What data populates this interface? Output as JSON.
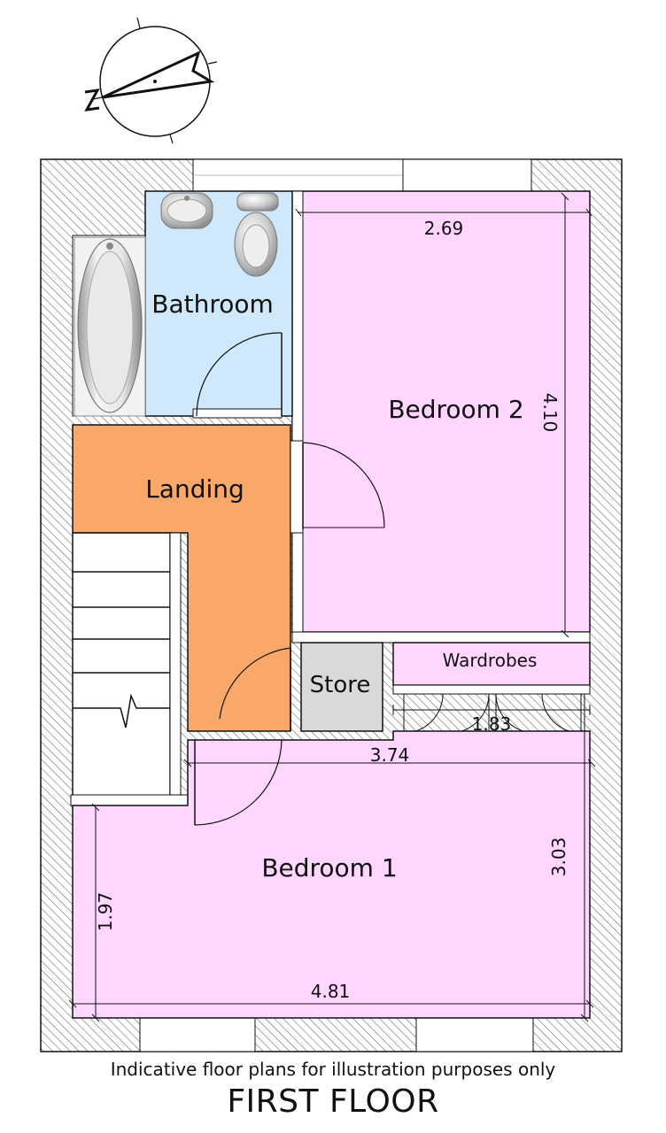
{
  "plan": {
    "rooms": {
      "bathroom": "Bathroom",
      "bedroom2": "Bedroom 2",
      "landing": "Landing",
      "store": "Store",
      "wardrobes": "Wardrobes",
      "bedroom1": "Bedroom 1"
    },
    "dimensions": {
      "bedroom2_width": "2.69",
      "bedroom2_depth": "4.10",
      "wardrobes_width": "1.83",
      "bedroom1_upper_width": "3.74",
      "bedroom1_right_depth": "3.03",
      "bedroom1_left_depth": "1.97",
      "bedroom1_width": "4.81"
    },
    "compass_letter": "N"
  },
  "footer": {
    "disclaimer": "Indicative floor plans for illustration purposes only",
    "floor_title": "FIRST FLOOR"
  },
  "colors": {
    "bedroom": "#ffd6ff",
    "bathroom": "#cfe8fb",
    "landing": "#f9a86a",
    "store": "#d9d9d9",
    "wall_hatch": "#7a7a7a"
  }
}
